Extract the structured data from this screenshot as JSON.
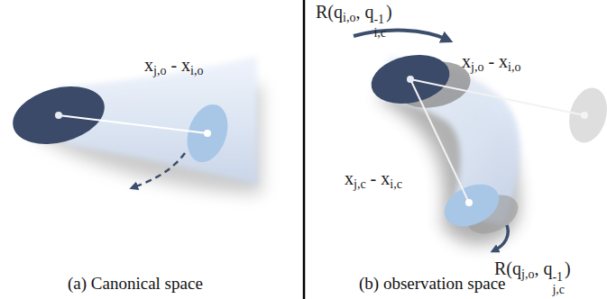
{
  "diagram": {
    "labels": [
      "xj,o - xi,o",
      "xj,o - xi,o",
      "R(qi,o, qi,c-1)",
      "xj,c - xi,c",
      "R(qj,o, qj,c-1)",
      "(a) Canonical space",
      "(b) observation space"
    ]
  }
}
